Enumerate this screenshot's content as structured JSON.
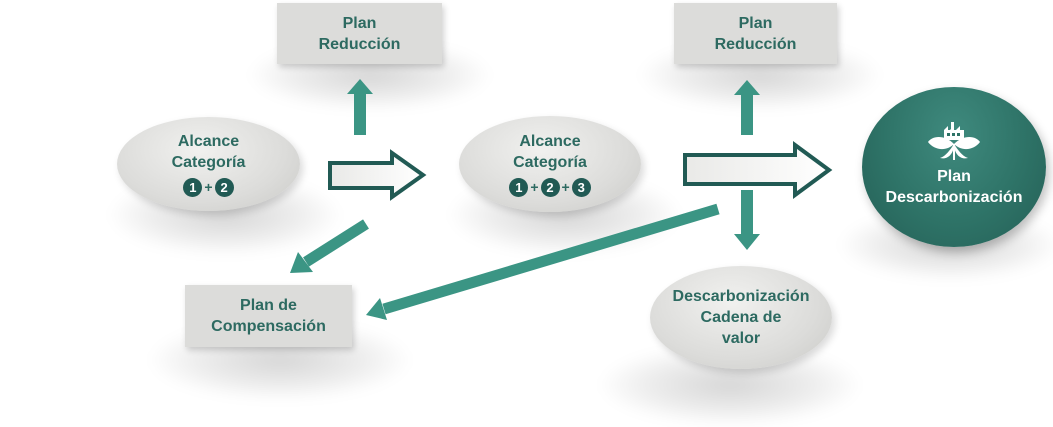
{
  "plan_reduccion_1": {
    "line1": "Plan",
    "line2": "Reducción"
  },
  "plan_reduccion_2": {
    "line1": "Plan",
    "line2": "Reducción"
  },
  "alcance_1": {
    "line1": "Alcance",
    "line2": "Categoría",
    "nums": [
      "1",
      "2"
    ],
    "plus": "+"
  },
  "alcance_2": {
    "line1": "Alcance",
    "line2": "Categoría",
    "nums": [
      "1",
      "2",
      "3"
    ],
    "plus": "+"
  },
  "plan_compensacion": {
    "line1": "Plan de",
    "line2": "Compensación"
  },
  "descarb_cadena": {
    "line1": "Descarbonización",
    "line2": "Cadena de",
    "line3": "valor"
  },
  "plan_descarb": {
    "line1": "Plan",
    "line2": "Descarbonización",
    "icon": "plant-factory-icon"
  },
  "colors": {
    "teal": "#3b9584",
    "dark_green": "#215a54",
    "text_green": "#2d6a61",
    "box_gray": "#dcdcda"
  }
}
